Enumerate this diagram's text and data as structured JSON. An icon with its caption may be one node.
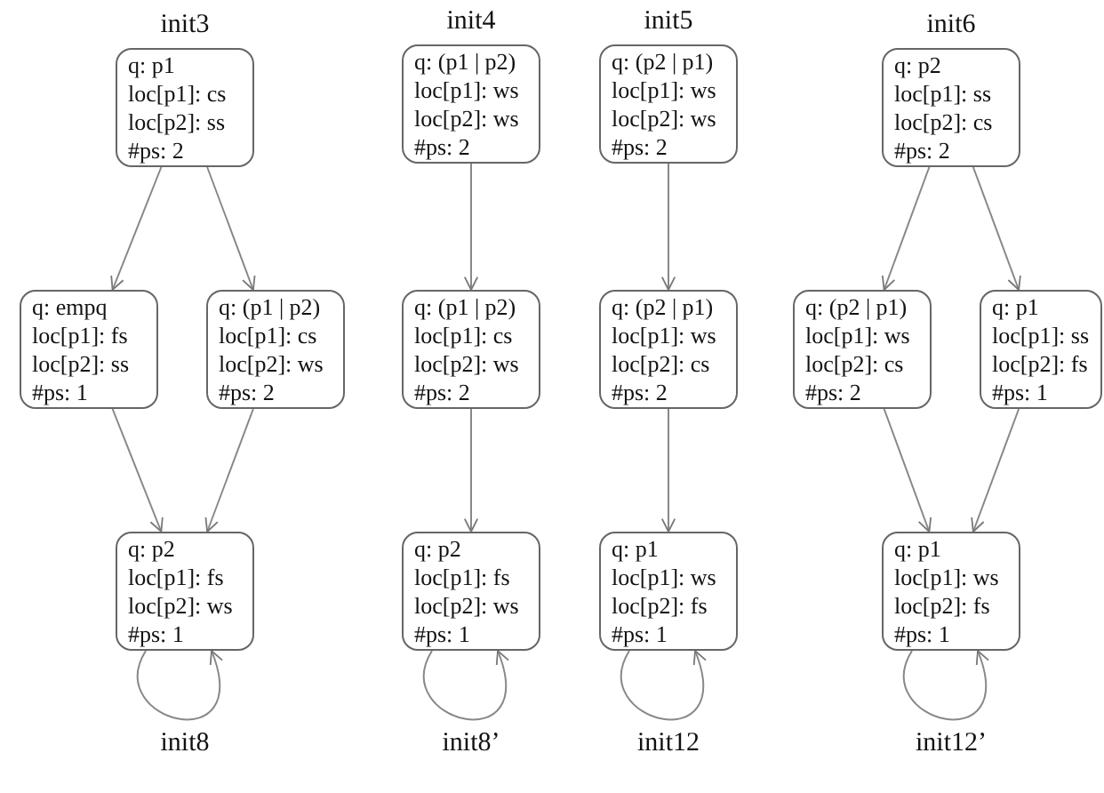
{
  "diagram": {
    "nodes": [
      {
        "text": [
          "q: p1",
          "loc[p1]: cs",
          "loc[p2]: ss",
          "#ps: 2"
        ],
        "beside": [
          "init3"
        ]
      },
      {
        "text": [
          "q: (p1 | p2)",
          "loc[p1]: ws",
          "loc[p2]: ws",
          "#ps: 2"
        ],
        "beside": [
          "init4"
        ]
      },
      {
        "text": [
          "q: (p2 | p1)",
          "loc[p1]: ws",
          "loc[p2]: ws",
          "#ps: 2"
        ],
        "beside": [
          "init5"
        ]
      },
      {
        "text": [
          "q: p2",
          "loc[p1]: ss",
          "loc[p2]: cs",
          "#ps: 2"
        ],
        "beside": [
          "init6"
        ]
      },
      {
        "text": [
          "q: empq",
          "loc[p1]: fs",
          "loc[p2]: ss",
          "#ps: 1"
        ]
      },
      {
        "text": [
          "q: (p1 | p2)",
          "loc[p1]: cs",
          "loc[p2]: ws",
          "#ps: 2"
        ]
      },
      {
        "text": [
          "q: (p1 | p2)",
          "loc[p1]: cs",
          "loc[p2]: ws",
          "#ps: 2"
        ]
      },
      {
        "text": [
          "q: (p2 | p1)",
          "loc[p1]: ws",
          "loc[p2]: cs",
          "#ps: 2"
        ]
      },
      {
        "text": [
          "q: (p2 | p1)",
          "loc[p1]: ws",
          "loc[p2]: cs",
          "#ps: 2"
        ]
      },
      {
        "text": [
          "q: p1",
          "loc[p1]: ss",
          "loc[p2]: fs",
          "#ps: 1"
        ]
      },
      {
        "text": [
          "q: p2",
          "loc[p1]: fs",
          "loc[p2]: ws",
          "#ps: 1"
        ],
        "beside": [
          "init8"
        ]
      },
      {
        "text": [
          "q: p2",
          "loc[p1]: fs",
          "loc[p2]: ws",
          "#ps: 1"
        ],
        "beside": [
          "init8’"
        ]
      },
      {
        "text": [
          "q: p1",
          "loc[p1]: ws",
          "loc[p2]: fs",
          "#ps: 1"
        ],
        "beside": [
          "init12"
        ]
      },
      {
        "text": [
          "q: p1",
          "loc[p1]: ws",
          "loc[p2]: fs",
          "#ps: 1"
        ],
        "beside": [
          "init12’"
        ]
      }
    ],
    "edges": [
      {
        "from": 0,
        "to": 4,
        "arrow": "to"
      },
      {
        "from": 0,
        "to": 5,
        "arrow": "to"
      },
      {
        "from": 1,
        "to": 6,
        "arrow": "to"
      },
      {
        "from": 2,
        "to": 7,
        "arrow": "to"
      },
      {
        "from": 3,
        "to": 8,
        "arrow": "to"
      },
      {
        "from": 3,
        "to": 9,
        "arrow": "to"
      },
      {
        "from": 4,
        "to": 10,
        "arrow": "to"
      },
      {
        "from": 5,
        "to": 10,
        "arrow": "to"
      },
      {
        "from": 6,
        "to": 11,
        "arrow": "to"
      },
      {
        "from": 7,
        "to": 12,
        "arrow": "to"
      },
      {
        "from": 8,
        "to": 13,
        "arrow": "to"
      },
      {
        "from": 9,
        "to": 13,
        "arrow": "to"
      },
      {
        "from": 10,
        "to": 10,
        "arrow": "to"
      },
      {
        "from": 11,
        "to": 11,
        "arrow": "to"
      },
      {
        "from": 12,
        "to": 12,
        "arrow": "to"
      },
      {
        "from": 13,
        "to": 13,
        "arrow": "to"
      }
    ]
  }
}
